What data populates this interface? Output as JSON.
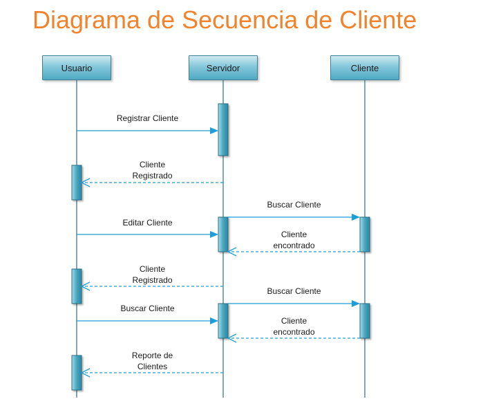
{
  "title": "Diagrama de Secuencia de Cliente",
  "colors": {
    "title": "#f0832c",
    "lifeline_line": "#2a6e82",
    "arrow": "#1e9ed8",
    "activation": "#3fa2bf"
  },
  "lifelines": [
    {
      "id": "usuario",
      "label": "Usuario"
    },
    {
      "id": "servidor",
      "label": "Servidor"
    },
    {
      "id": "cliente",
      "label": "Cliente"
    }
  ],
  "messages": [
    {
      "from": "usuario",
      "to": "servidor",
      "kind": "sync",
      "lines": [
        "Registrar Cliente"
      ]
    },
    {
      "from": "servidor",
      "to": "usuario",
      "kind": "return",
      "lines": [
        "Cliente",
        "Registrado"
      ]
    },
    {
      "from": "servidor",
      "to": "cliente",
      "kind": "sync",
      "lines": [
        "Buscar Cliente"
      ]
    },
    {
      "from": "usuario",
      "to": "servidor",
      "kind": "sync",
      "lines": [
        "Editar Cliente"
      ]
    },
    {
      "from": "cliente",
      "to": "servidor",
      "kind": "return",
      "lines": [
        "Cliente",
        "encontrado"
      ]
    },
    {
      "from": "servidor",
      "to": "usuario",
      "kind": "return",
      "lines": [
        "Cliente",
        "Registrado"
      ]
    },
    {
      "from": "servidor",
      "to": "cliente",
      "kind": "sync",
      "lines": [
        "Buscar Cliente"
      ]
    },
    {
      "from": "usuario",
      "to": "servidor",
      "kind": "sync",
      "lines": [
        "Buscar Cliente"
      ]
    },
    {
      "from": "cliente",
      "to": "servidor",
      "kind": "return",
      "lines": [
        "Cliente",
        "encontrado"
      ]
    },
    {
      "from": "servidor",
      "to": "usuario",
      "kind": "return",
      "lines": [
        "Reporte de",
        "Clientes"
      ]
    }
  ]
}
